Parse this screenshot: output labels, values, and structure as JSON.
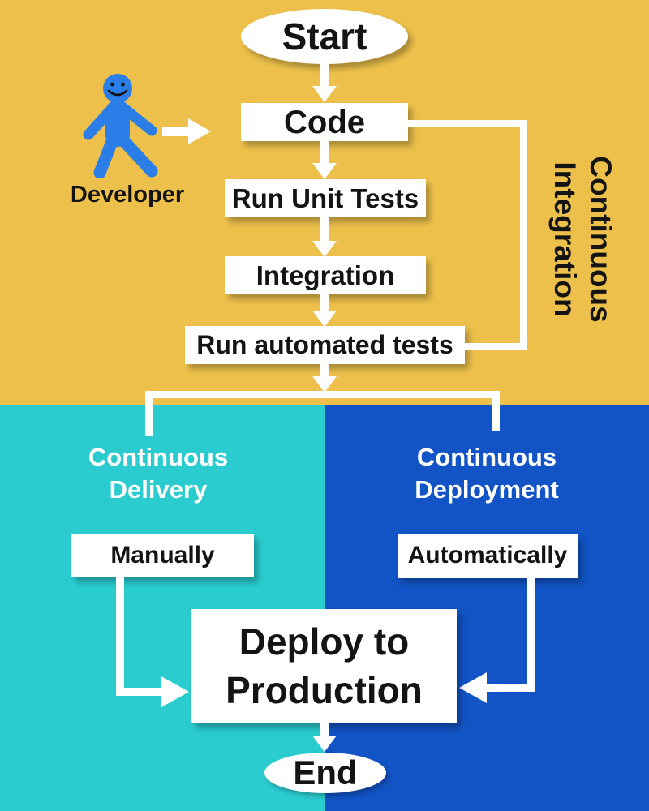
{
  "colors": {
    "bg_top": "#ecc04b",
    "bg_delivery": "#2accd0",
    "bg_deployment": "#1254c5",
    "node_bg": "#ffffff",
    "node_text": "#141414",
    "label_text": "#ffffff",
    "figure_blue": "#2b7ee8",
    "connector": "#ffffff"
  },
  "nodes": {
    "start": "Start",
    "code": "Code",
    "run_unit_tests": "Run Unit Tests",
    "integration": "Integration",
    "run_automated_tests": "Run automated tests",
    "manually": "Manually",
    "automatically": "Automatically",
    "deploy_to_production": "Deploy to Production",
    "end": "End"
  },
  "labels": {
    "developer": "Developer",
    "continuous_integration": "Continuous Integration",
    "continuous_delivery": "Continuous Delivery",
    "continuous_deployment": "Continuous Deployment"
  }
}
